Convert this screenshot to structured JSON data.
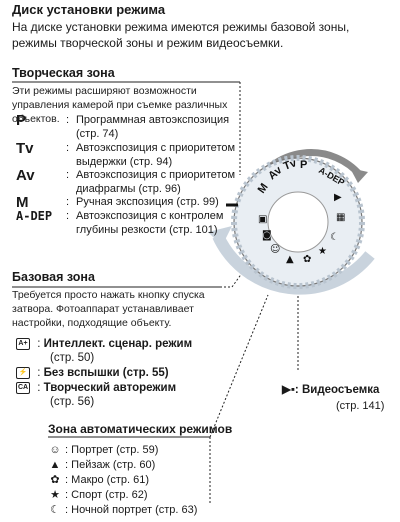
{
  "header": {
    "title": "Диск установки режима",
    "intro": "На диске установки режима имеются режимы базовой зоны, режимы творческой зоны и режим видеосъемки."
  },
  "creative": {
    "heading": "Творческая зона",
    "desc": "Эти режимы расширяют возможности управления камерой при съемке различных объектов.",
    "modes": [
      {
        "sym": "P",
        "text": "Программная автоэкспозиция (стр. 74)"
      },
      {
        "sym": "Tv",
        "text": "Автоэкспозиция с приоритетом выдержки (стр. 94)"
      },
      {
        "sym": "Av",
        "text": "Автоэкспозиция с приоритетом диафрагмы (стр. 96)"
      },
      {
        "sym": "M",
        "text": "Ручная экспозиция (стр. 99)"
      },
      {
        "sym": "A-DEP",
        "text": "Автоэкспозиция с контролем глубины резкости (стр. 101)"
      }
    ]
  },
  "basic": {
    "heading": "Базовая зона",
    "desc": "Требуется просто нажать кнопку спуска затвора. Фотоаппарат устанавливает настройки, подходящие объекту.",
    "modes": [
      {
        "icon": "A+",
        "label": "Интеллект. сценар. режим",
        "page": "(стр. 50)"
      },
      {
        "icon": "⚡",
        "label": "Без вспышки (стр. 55)",
        "page": ""
      },
      {
        "icon": "CA",
        "label": "Творческий авторежим",
        "page": "(стр. 56)"
      }
    ]
  },
  "auto_zone": {
    "heading": "Зона автоматических режимов",
    "items": [
      {
        "icon": "portrait-icon",
        "glyph": "☺",
        "text": "Портрет (стр. 59)"
      },
      {
        "icon": "landscape-icon",
        "glyph": "▲",
        "text": "Пейзаж (стр. 60)"
      },
      {
        "icon": "macro-icon",
        "glyph": "✿",
        "text": "Макро (стр. 61)"
      },
      {
        "icon": "sports-icon",
        "glyph": "★",
        "text": "Спорт (стр. 62)"
      },
      {
        "icon": "night-portrait-icon",
        "glyph": "☾",
        "text": "Ночной портрет (стр. 63)"
      }
    ]
  },
  "movie": {
    "label": "Видеосъемка",
    "page": "(стр. 141)"
  },
  "dial": {
    "labels": [
      "M",
      "Av",
      "Tv",
      "P",
      "A-DEP"
    ]
  }
}
